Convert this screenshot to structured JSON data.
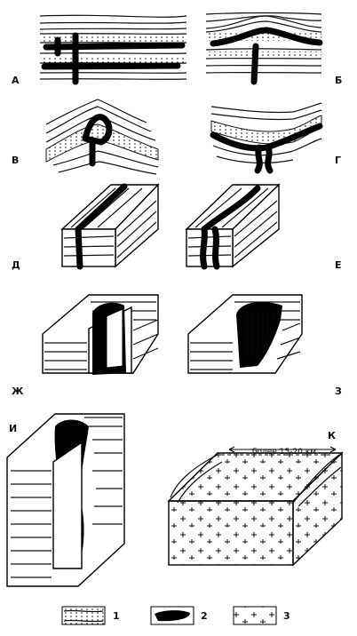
{
  "panels": [
    {
      "key": "a",
      "label": "А"
    },
    {
      "key": "b",
      "label": "Б"
    },
    {
      "key": "v",
      "label": "В"
    },
    {
      "key": "g",
      "label": "Г"
    },
    {
      "key": "d",
      "label": "Д"
    },
    {
      "key": "e",
      "label": "Е"
    },
    {
      "key": "zh",
      "label": "Ж"
    },
    {
      "key": "z",
      "label": "З"
    },
    {
      "key": "i",
      "label": "И"
    },
    {
      "key": "k",
      "label": "К"
    }
  ],
  "scale_annotation": "более 15-20 км",
  "legend": [
    {
      "num": "1",
      "icon": "dotted-layer-icon"
    },
    {
      "num": "2",
      "icon": "black-lens-icon"
    },
    {
      "num": "3",
      "icon": "cross-pattern-icon"
    }
  ]
}
